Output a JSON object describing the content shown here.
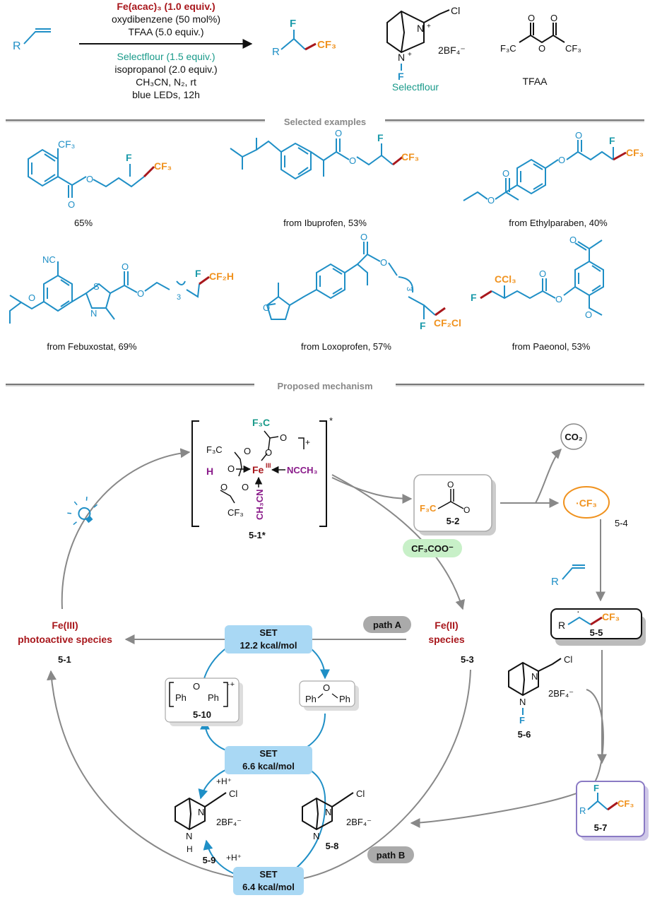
{
  "colors": {
    "teal": "#1a9aaa",
    "blue": "#1f8fc6",
    "orange": "#f0921e",
    "darkred": "#a8171c",
    "green": "#199a8a",
    "purple": "#8a1b8a",
    "gray": "#888888",
    "set_box": "#a9d8f4"
  },
  "conditions": {
    "reagent1": "Fe(acac)₃ (1.0 equiv.)",
    "reagent2": "oxydibenzene (50 mol%)",
    "reagent3": "TFAA (5.0 equiv.)",
    "reagent4": "Selectflour (1.5 equiv.)",
    "reagent5": "isopropanol (2.0 equiv.)",
    "reagent6": "CH₃CN, N₂, rt",
    "reagent7": "blue LEDs, 12h"
  },
  "header_labels": {
    "selectfluor": "Selectflour",
    "tfaa": "TFAA",
    "bf4": "2BF₄⁻",
    "f3c": "F₃C",
    "cf3": "CF₃",
    "r": "R",
    "f": "F",
    "cl": "Cl",
    "o": "O",
    "n": "N"
  },
  "sections": {
    "selected_examples": "Selected examples",
    "proposed_mechanism": "Proposed mechanism"
  },
  "examples": [
    {
      "caption": "65%",
      "group": "CF₃",
      "ring_sub": "CF₃"
    },
    {
      "caption": "from Ibuprofen, 53%",
      "group": "CF₃"
    },
    {
      "caption": "from Ethylparaben, 40%",
      "group": "CF₃"
    },
    {
      "caption": "from Febuxostat, 69%",
      "group": "CF₂H",
      "chain": "3",
      "nc": "NC",
      "s": "S",
      "n": "N"
    },
    {
      "caption": "from Loxoprofen, 57%",
      "group": "CF₂Cl",
      "chain": "3"
    },
    {
      "caption": "from Paeonol, 53%",
      "group": "CCl₃"
    }
  ],
  "mechanism": {
    "complex_label": "5-1*",
    "complex_charge": "+",
    "complex_star": "*",
    "fe3": "Fe",
    "fe3_sup": "III",
    "ncch3": "NCCH₃",
    "ch3cn": "CH₃CN",
    "h": "H",
    "f3c": "F₃C",
    "cf3": "CF₃",
    "o": "O",
    "label_52": "5-2",
    "co2": "CO₂",
    "cf3_radical": "·CF₃",
    "label_54": "5-4",
    "cf3coo": "CF₃COO⁻",
    "fe3_species_line1": "Fe(III)",
    "fe3_species_line2": "photoactive species",
    "label_51": "5-1",
    "fe2_species_line1": "Fe(II)",
    "fe2_species_line2": "species",
    "label_53": "5-3",
    "path_a": "path A",
    "path_b": "path B",
    "set1_line1": "SET",
    "set1_line2": "12.2 kcal/mol",
    "set2_line1": "SET",
    "set2_line2": "6.6 kcal/mol",
    "set3_line1": "SET",
    "set3_line2": "6.4 kcal/mol",
    "ph": "Ph",
    "label_510": "5-10",
    "radical_cation": "·+",
    "label_55": "5-5",
    "label_56": "5-6",
    "label_57": "5-7",
    "label_58": "5-8",
    "label_59": "5-9",
    "h_plus_1": "+H⁺",
    "h_plus_2": "+H⁺",
    "bf4": "2BF₄⁻",
    "r": "R",
    "f": "F",
    "cl": "Cl",
    "n": "N"
  }
}
